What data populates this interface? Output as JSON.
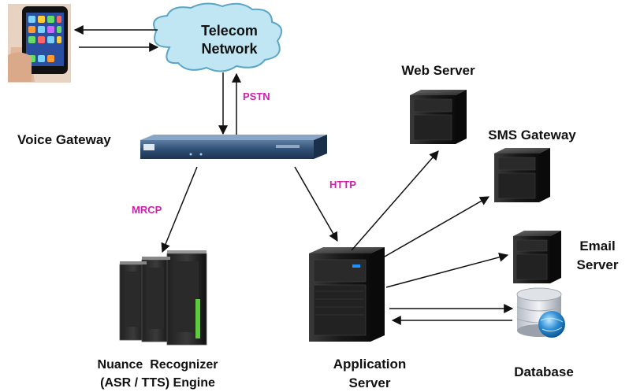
{
  "nodes": {
    "telecom_network": [
      "Telecom",
      "Network"
    ],
    "voice_gateway": "Voice Gateway",
    "web_server": "Web Server",
    "sms_gateway": "SMS Gateway",
    "email_server": [
      "Email",
      "Server"
    ],
    "application_server": [
      "Application",
      "Server"
    ],
    "database": "Database",
    "nuance": [
      "Nuance  Recognizer",
      "(ASR / TTS) Engine"
    ]
  },
  "protocols": {
    "pstn": "PSTN",
    "mrcp": "MRCP",
    "http": "HTTP"
  },
  "colors": {
    "protocol": "#cc22aa",
    "cloud_fill": "#bfe6f2",
    "cloud_stroke": "#5aa6c4",
    "arrow": "#111111"
  }
}
